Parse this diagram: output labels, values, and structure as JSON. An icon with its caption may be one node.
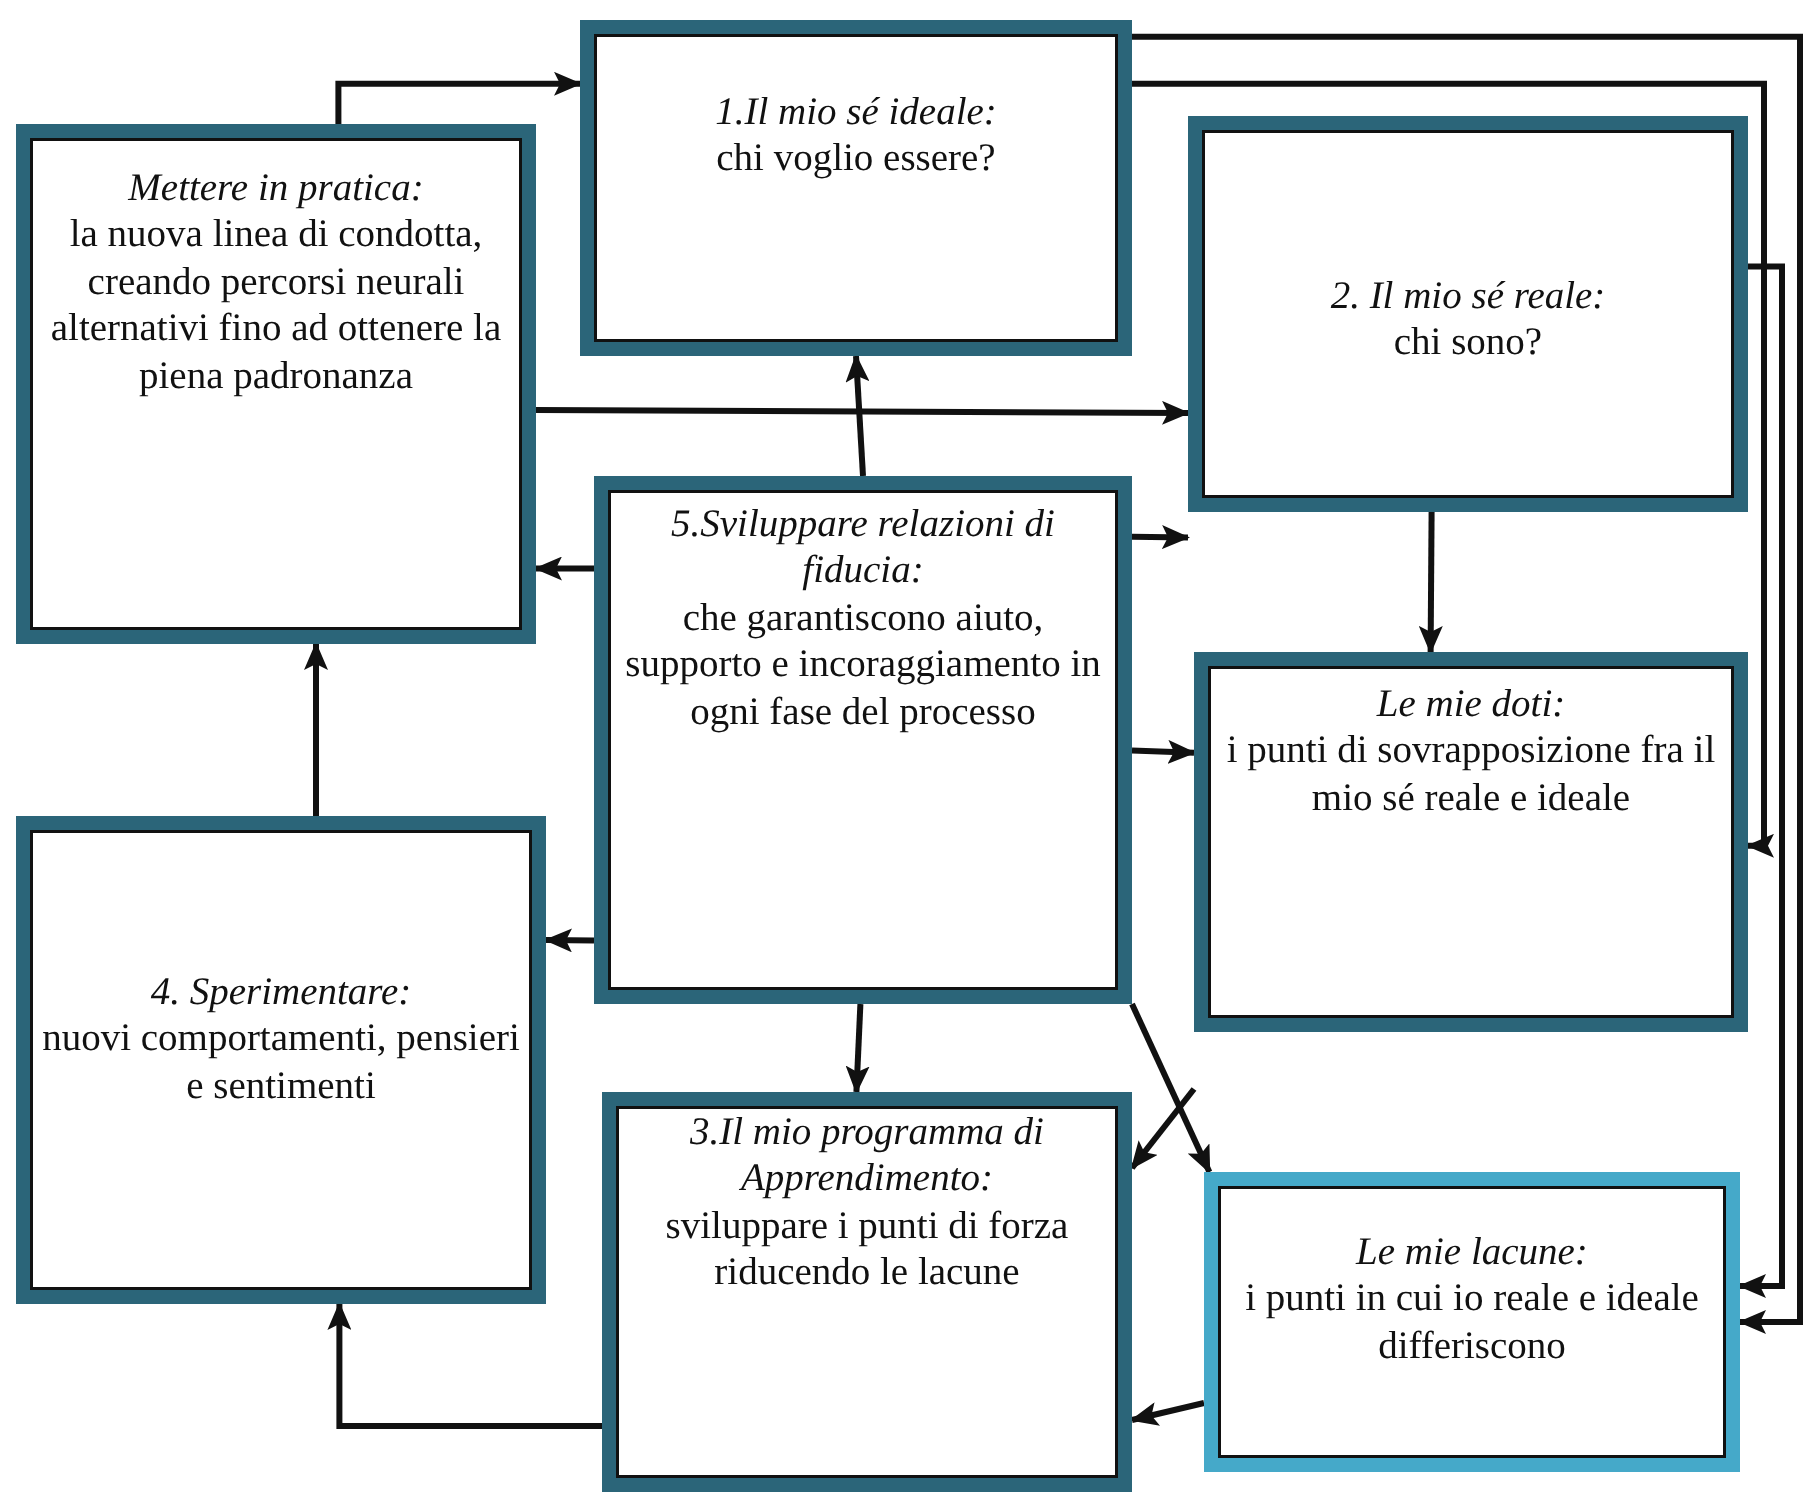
{
  "diagram": {
    "nodes": [
      {
        "text": [
          "Mettere in pratica:",
          "la nuova linea di condotta, creando percorsi neurali alternativi fino ad ottenere la piena padronanza"
        ]
      },
      {
        "text": [
          "1.Il mio sé ideale:",
          "chi voglio essere?"
        ]
      },
      {
        "text": [
          "2. Il mio sé reale:",
          "chi sono?"
        ]
      },
      {
        "text": [
          "5.Sviluppare relazioni di fiducia:",
          "che garantiscono aiuto, supporto e incoraggiamento in ogni fase del processo"
        ]
      },
      {
        "text": [
          "Le mie doti:",
          "i punti di sovrapposizione fra il mio sé reale e ideale"
        ]
      },
      {
        "text": [
          "4. Sperimentare:",
          "nuovi comportamenti, pensieri e sentimenti"
        ]
      },
      {
        "text": [
          "3.Il mio programma di Apprendimento:",
          "sviluppare i punti di forza riducendo le lacune"
        ]
      },
      {
        "text": [
          "Le mie lacune:",
          "i punti in cui io reale e ideale differiscono"
        ]
      }
    ],
    "edges": [
      {
        "from": 0,
        "to": 1,
        "arrow": "to"
      },
      {
        "from": 0,
        "to": 2,
        "arrow": "to"
      },
      {
        "from": 3,
        "to": 1,
        "arrow": "to"
      },
      {
        "from": 3,
        "to": 0,
        "arrow": "to"
      },
      {
        "from": 3,
        "to": 2,
        "arrow": "to"
      },
      {
        "from": 3,
        "to": 4,
        "arrow": "to"
      },
      {
        "from": 3,
        "to": 5,
        "arrow": "to"
      },
      {
        "from": 3,
        "to": 6,
        "arrow": "to"
      },
      {
        "from": 3,
        "to": 7,
        "arrow": "to"
      },
      {
        "from": 2,
        "to": 4,
        "arrow": "to"
      },
      {
        "from": 4,
        "to": 6,
        "arrow": "to"
      },
      {
        "from": 7,
        "to": 6,
        "arrow": "to"
      },
      {
        "from": 6,
        "to": 5,
        "arrow": "to"
      },
      {
        "from": 5,
        "to": 0,
        "arrow": "to"
      },
      {
        "from": 1,
        "to": 4,
        "arrow": "to"
      },
      {
        "from": 2,
        "to": 7,
        "arrow": "to"
      },
      {
        "from": 1,
        "to": 7,
        "arrow": "to"
      }
    ]
  }
}
